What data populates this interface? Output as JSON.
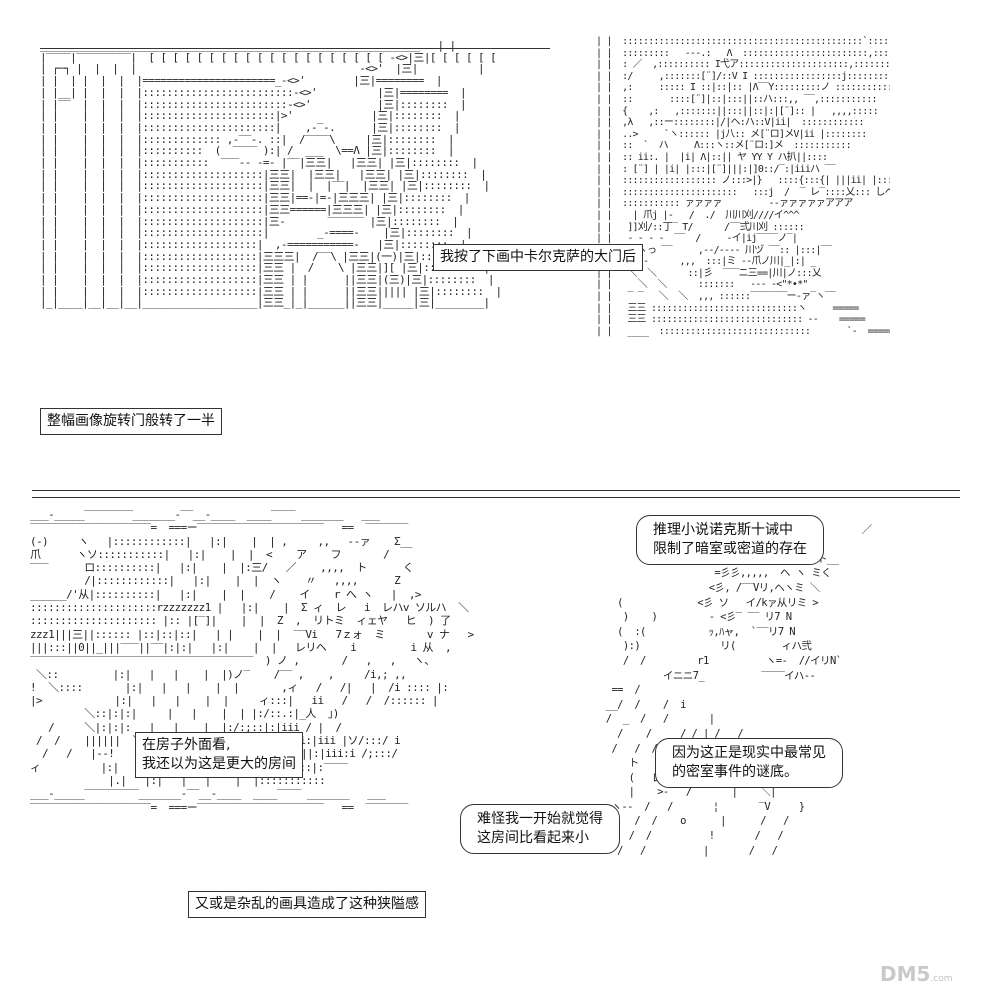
{
  "captions": {
    "door": "我按了下画中卡尔克萨的大门后",
    "rotate": "整幅画像旋转门般转了一半",
    "outside": [
      "在房子外面看,",
      "我还以为这是更大的房间"
    ],
    "messy": "又或是杂乱的画具造成了这种狭隘感"
  },
  "bubbles": {
    "knox": [
      "推理小说诺克斯十诫中",
      "限制了暗室或密道的存在"
    ],
    "reason": [
      "因为这正是现实中最常见",
      "的密室事件的谜底。"
    ],
    "small": [
      "难怪我一开始就觉得",
      "这房间比看起来小"
    ]
  },
  "watermark": {
    "brand": "DM5",
    "domain": ".com"
  }
}
